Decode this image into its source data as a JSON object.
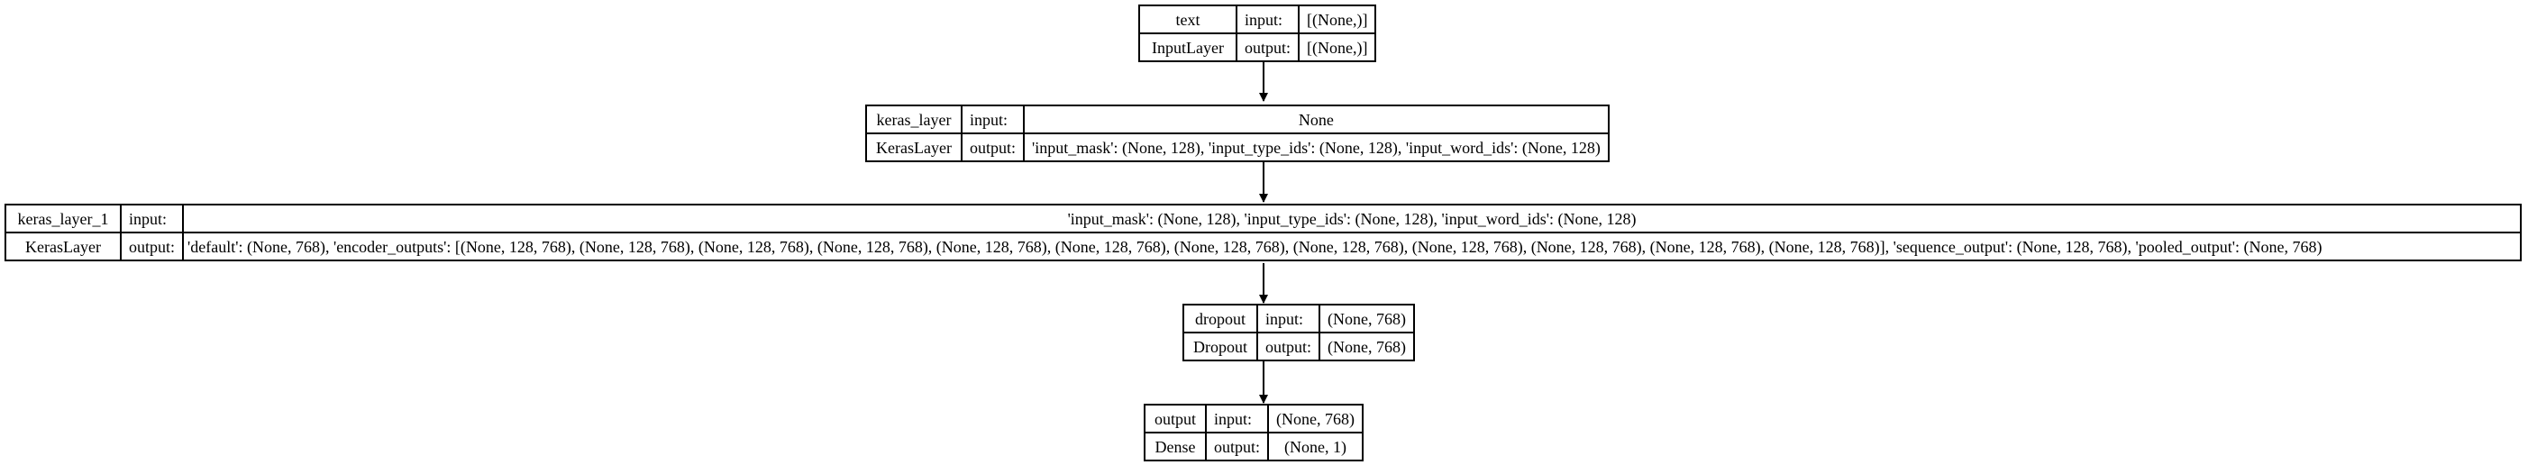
{
  "nodes": [
    {
      "name": "text",
      "type": "InputLayer",
      "input_label": "input:",
      "output_label": "output:",
      "input": "[(None,)]",
      "output": "[(None,)]"
    },
    {
      "name": "keras_layer",
      "type": "KerasLayer",
      "input_label": "input:",
      "output_label": "output:",
      "input": "None",
      "output": "'input_mask': (None, 128), 'input_type_ids': (None, 128), 'input_word_ids': (None, 128)"
    },
    {
      "name": "keras_layer_1",
      "type": "KerasLayer",
      "input_label": "input:",
      "output_label": "output:",
      "input": "'input_mask': (None, 128), 'input_type_ids': (None, 128), 'input_word_ids': (None, 128)",
      "output": "'default': (None, 768), 'encoder_outputs': [(None, 128, 768), (None, 128, 768), (None, 128, 768), (None, 128, 768), (None, 128, 768), (None, 128, 768), (None, 128, 768), (None, 128, 768), (None, 128, 768), (None, 128, 768), (None, 128, 768), (None, 128, 768)], 'sequence_output': (None, 128, 768), 'pooled_output': (None, 768)"
    },
    {
      "name": "dropout",
      "type": "Dropout",
      "input_label": "input:",
      "output_label": "output:",
      "input": "(None, 768)",
      "output": "(None, 768)"
    },
    {
      "name": "output",
      "type": "Dense",
      "input_label": "input:",
      "output_label": "output:",
      "input": "(None, 768)",
      "output": "(None, 1)"
    }
  ],
  "edges": [
    {
      "from": "text",
      "to": "keras_layer"
    },
    {
      "from": "keras_layer",
      "to": "keras_layer_1"
    },
    {
      "from": "keras_layer_1",
      "to": "dropout"
    },
    {
      "from": "dropout",
      "to": "output"
    }
  ]
}
